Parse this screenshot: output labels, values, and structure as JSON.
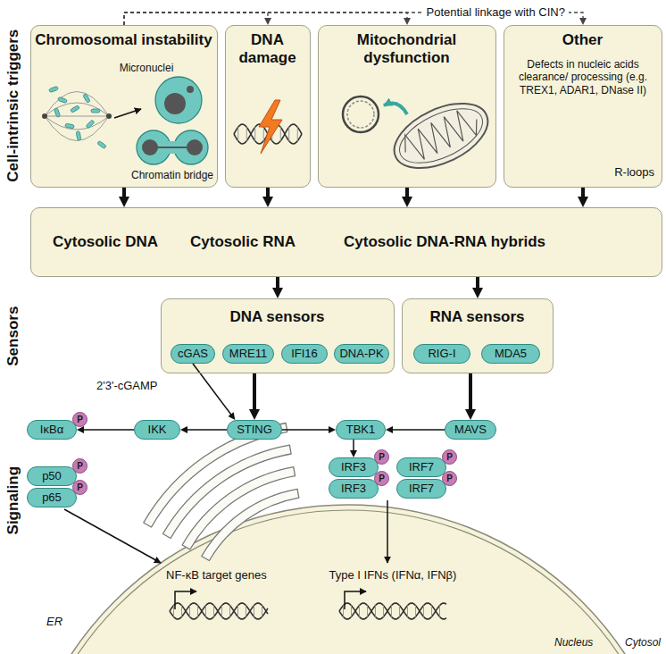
{
  "diagram": {
    "nodes": [
      {
        "text": [
          "Chromosomal instability",
          "Micronuclei",
          "Chromatin bridge"
        ]
      },
      {
        "text": [
          "DNA damage"
        ]
      },
      {
        "text": [
          "Mitochondrial dysfunction"
        ]
      },
      {
        "text": [
          "Other",
          "Defects in nucleic acids clearance/ processing (e.g. TREX1, ADAR1, DNase II)",
          "R-loops"
        ]
      },
      {
        "text": [
          "Cytosolic DNA",
          "Cytosolic RNA",
          "Cytosolic DNA-RNA hybrids"
        ]
      },
      {
        "text": [
          "DNA sensors"
        ]
      },
      {
        "text": [
          "cGAS"
        ],
        "in": 5
      },
      {
        "text": [
          "MRE11"
        ],
        "in": 5
      },
      {
        "text": [
          "IFI16"
        ],
        "in": 5
      },
      {
        "text": [
          "DNA-PK"
        ],
        "in": 5
      },
      {
        "text": [
          "RNA sensors"
        ]
      },
      {
        "text": [
          "RIG-I"
        ],
        "in": 10
      },
      {
        "text": [
          "MDA5"
        ],
        "in": 10
      },
      {
        "text": [
          "IκBα"
        ]
      },
      {
        "text": [
          "IKK"
        ]
      },
      {
        "text": [
          "STING"
        ]
      },
      {
        "text": [
          "TBK1"
        ]
      },
      {
        "text": [
          "MAVS"
        ]
      },
      {
        "text": [
          "p50"
        ]
      },
      {
        "text": [
          "p65"
        ]
      },
      {
        "text": [
          "IRF3"
        ]
      },
      {
        "text": [
          "IRF3"
        ]
      },
      {
        "text": [
          "IRF7"
        ]
      },
      {
        "text": [
          "IRF7"
        ]
      }
    ],
    "edges": [
      {
        "from": 0,
        "to": 1,
        "arrow": "to"
      },
      {
        "from": 0,
        "to": 2,
        "arrow": "to"
      },
      {
        "from": 0,
        "to": 3,
        "arrow": "to"
      },
      {
        "from": 0,
        "to": 4,
        "arrow": "to"
      },
      {
        "from": 1,
        "to": 4,
        "arrow": "to"
      },
      {
        "from": 2,
        "to": 4,
        "arrow": "to"
      },
      {
        "from": 3,
        "to": 4,
        "arrow": "to"
      },
      {
        "from": 4,
        "to": 5,
        "arrow": "to"
      },
      {
        "from": 4,
        "to": 10,
        "arrow": "to"
      },
      {
        "from": 5,
        "to": 15,
        "arrow": "to"
      },
      {
        "from": 6,
        "to": 15,
        "arrow": "to"
      },
      {
        "from": 10,
        "to": 17,
        "arrow": "to"
      },
      {
        "from": 15,
        "to": 14,
        "arrow": "to"
      },
      {
        "from": 14,
        "to": 13,
        "arrow": "to"
      },
      {
        "from": 15,
        "to": 16,
        "arrow": "to"
      },
      {
        "from": 17,
        "to": 16,
        "arrow": "to"
      },
      {
        "from": 16,
        "to": 20,
        "arrow": "to"
      }
    ],
    "labels": [
      "Potential linkage with CIN?",
      "Cell-intrinsic triggers",
      "Sensors",
      "Signaling",
      "2'3'-cGAMP",
      "P",
      "P",
      "P",
      "P",
      "P",
      "P",
      "P",
      "NF-κB target genes",
      "Type I IFNs (IFNα, IFNβ)",
      "ER",
      "Nucleus",
      "Cytosol"
    ]
  }
}
